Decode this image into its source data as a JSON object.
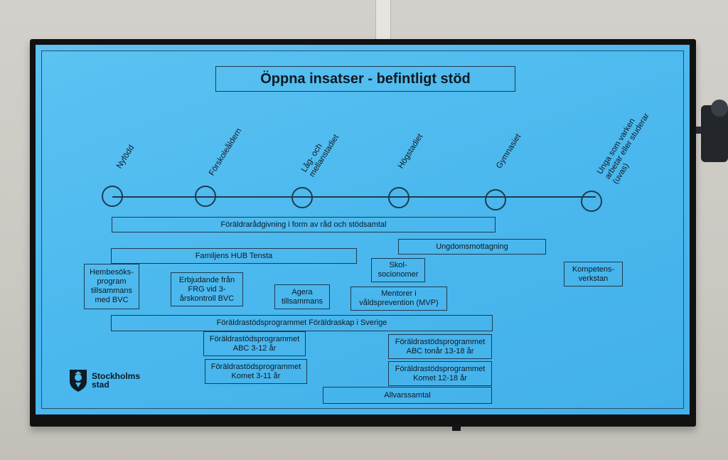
{
  "slide": {
    "title": "Öppna insatser - befintligt stöd",
    "stages": [
      "Nyfödd",
      "Förskoleåldern",
      "Låg- och\nmellanstadiet",
      "Högstadiet",
      "Gymnasiet",
      "Unga som varken\narbetar eller studerar\n(uvas)"
    ],
    "boxes": {
      "foraldraradgivning": "Föräldrarådgivning i form av råd och stödsamtal",
      "ungdomsmottagning": "Ungdomsmottagning",
      "familjens_hub": "Familjens HUB Tensta",
      "hembesok": "Hembesöks-\nprogram\ntillsammans\nmed BVC",
      "erbjudande": "Erbjudande från\nFRG vid 3-\nårskontroll BVC",
      "agera": "Agera\ntillsammans",
      "skolsocionomer": "Skol-\nsocionomer",
      "mentorer": "Mentorer i\nvåldsprevention (MVP)",
      "kompetensverkstan": "Kompetens-\nverkstan",
      "foraldraskap": "Föräldrastödsprogrammet Föräldraskap i Sverige",
      "abc_3_12": "Föräldrastödsprogrammet\nABC 3-12 år",
      "komet_3_11": "Föräldrastödsprogrammet\nKomet 3-11 år",
      "abc_tonar": "Föräldrastödsprogrammet\nABC tonår 13-18 år",
      "komet_12_18": "Föräldrastödsprogrammet\nKomet 12-18 år",
      "allvarssamtal": "Allvarssamtal"
    },
    "logo_text": "Stockholms\nstad"
  },
  "colors": {
    "screen": "#4bb8ee",
    "line": "#1d3b50"
  }
}
